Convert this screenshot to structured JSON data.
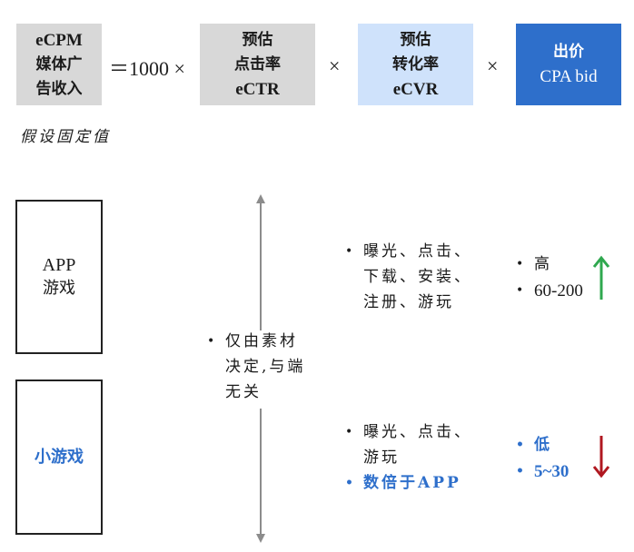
{
  "formula": {
    "term_ecpm": {
      "line1": "eCPM",
      "line2": "媒体广",
      "line3": "告收入"
    },
    "equals_text": "＝1000 ×",
    "term_ectr": {
      "line1": "预估",
      "line2": "点击率",
      "line3": "eCTR"
    },
    "times1": "×",
    "term_ecvr": {
      "line1": "预估",
      "line2": "转化率",
      "line3": "eCVR"
    },
    "times2": "×",
    "term_bid": {
      "line1": "出价",
      "line2": "CPA bid"
    },
    "assumption_note": "假设固定值"
  },
  "categories": {
    "app_game": {
      "line1": "APP",
      "line2": "游戏"
    },
    "mini_game": {
      "label": "小游戏"
    }
  },
  "ctr_note": {
    "line1": "仅由素材",
    "line2": "决定,与端",
    "line3": "无关"
  },
  "app_conversion": {
    "line1": "曝光、点击、",
    "line2": "下载、安装、",
    "line3": "注册、游玩"
  },
  "app_bid": {
    "level": "高",
    "range": "60-200",
    "trend": "up"
  },
  "mini_conversion": {
    "line1": "曝光、点击、",
    "line2": "游玩",
    "highlight": "数倍于APP"
  },
  "mini_bid": {
    "level": "低",
    "range": "5~30",
    "trend": "down"
  },
  "colors": {
    "gray_box": "#d8d8d8",
    "light_blue_box": "#cfe2fb",
    "blue_box": "#2e6fcb",
    "up_arrow": "#2fa84f",
    "down_arrow": "#b01820",
    "axis_arrow": "#8c8c8c"
  }
}
